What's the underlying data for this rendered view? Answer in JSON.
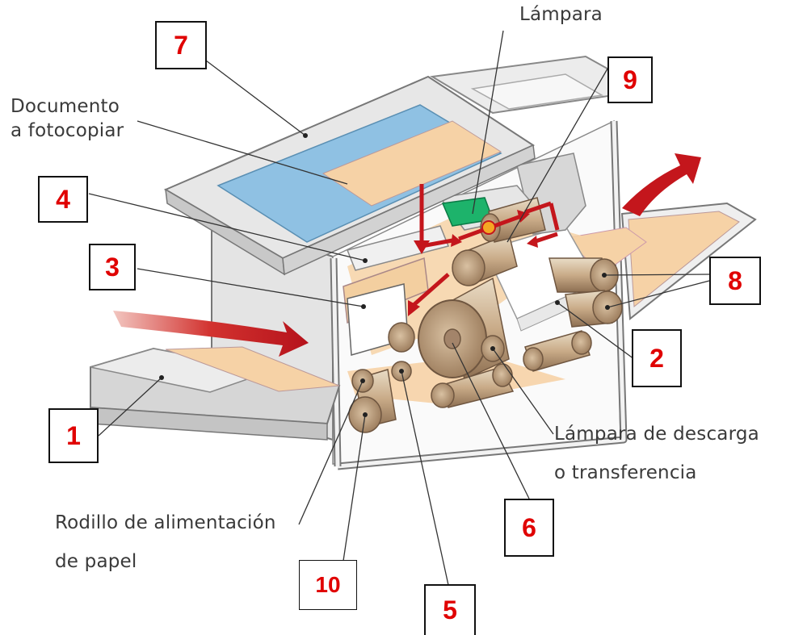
{
  "labels": {
    "lampara": "Lámpara",
    "documento_1": "Documento",
    "documento_2": "a fotocopiar",
    "descarga_1": "Lámpara de descarga",
    "descarga_2": "o transferencia",
    "rodillo_1": "Rodillo de alimentación",
    "rodillo_2": "de papel"
  },
  "callouts": {
    "n1": "1",
    "n2": "2",
    "n3": "3",
    "n4": "4",
    "n5": "5",
    "n6": "6",
    "n7": "7",
    "n8": "8",
    "n9": "9",
    "n10": "10"
  },
  "colors": {
    "number_text": "#e00000",
    "arrow_red": "#c4161c",
    "glass_blue": "#8fc1e3",
    "paper": "#f6d2a6",
    "roller": "#c8ad8c",
    "lamp_green": "#1db36b",
    "frame_gray": "#d9d9d9"
  }
}
